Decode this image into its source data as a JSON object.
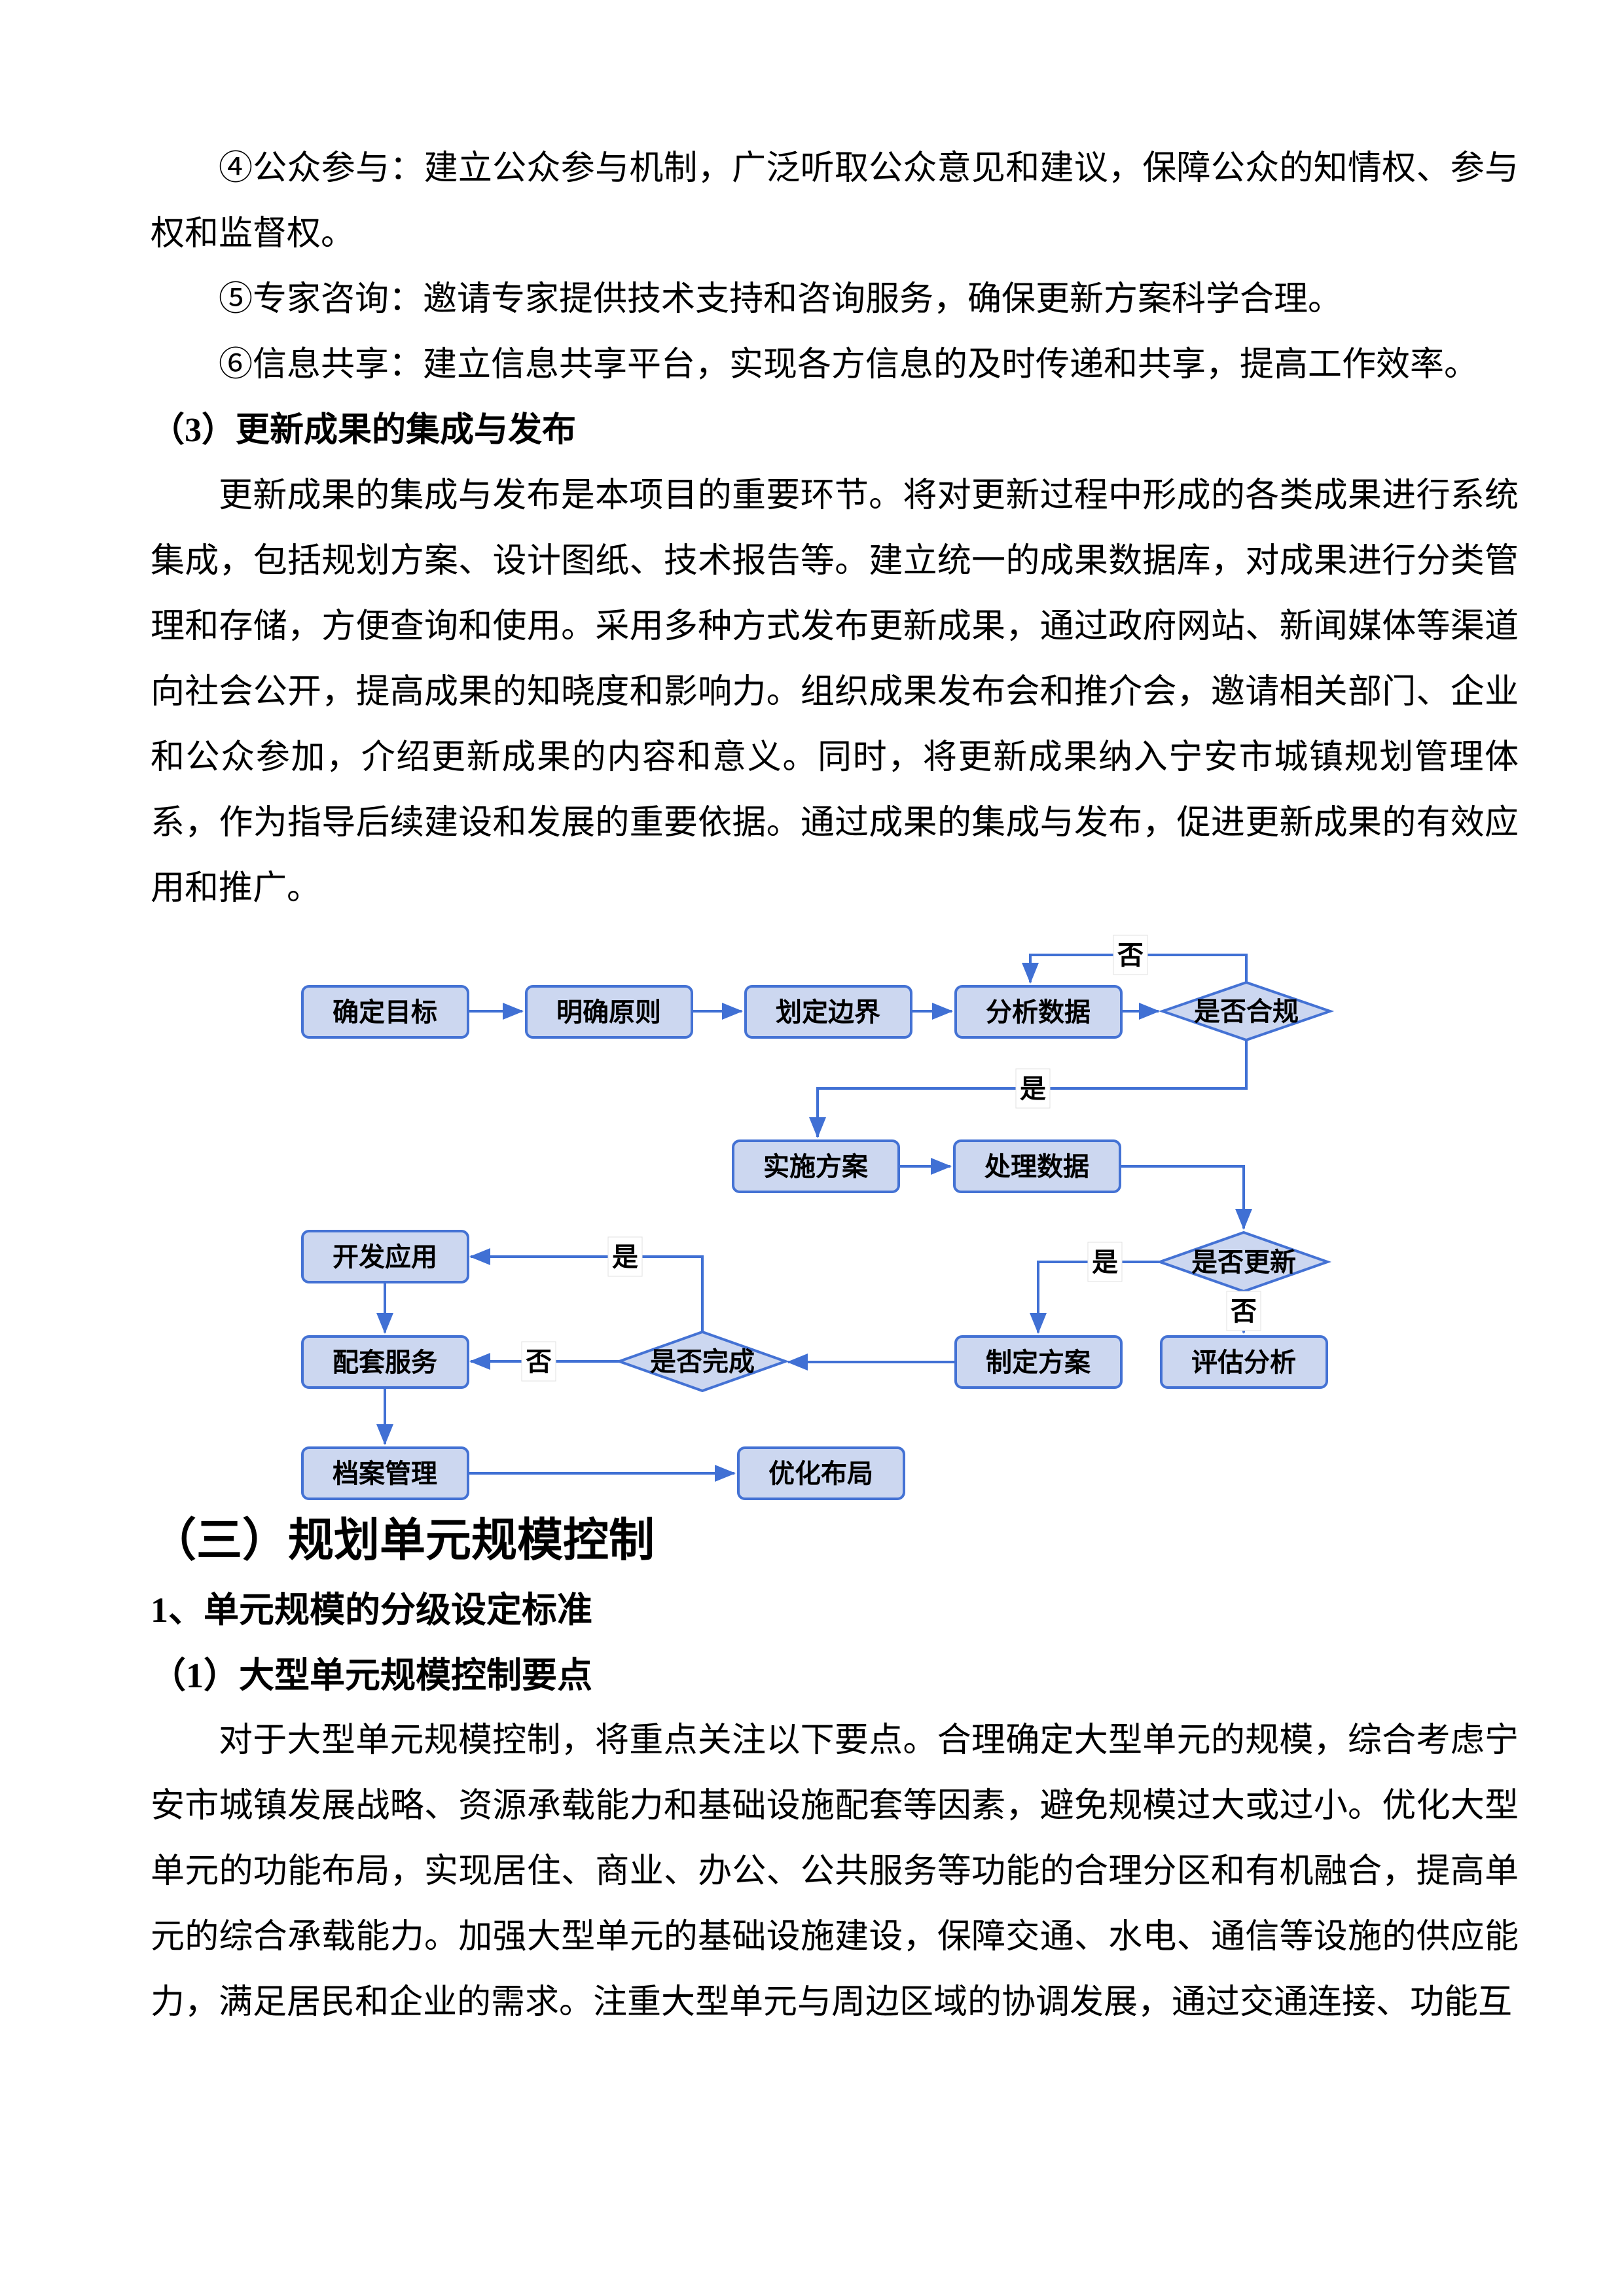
{
  "document": {
    "p1": "④公众参与：建立公众参与机制，广泛听取公众意见和建议，保障公众的知情权、参与权和监督权。",
    "p2": "⑤专家咨询：邀请专家提供技术支持和咨询服务，确保更新方案科学合理。",
    "p3": "⑥信息共享：建立信息共享平台，实现各方信息的及时传递和共享，提高工作效率。",
    "h_update": "（3）更新成果的集成与发布",
    "p4": "更新成果的集成与发布是本项目的重要环节。将对更新过程中形成的各类成果进行系统集成，包括规划方案、设计图纸、技术报告等。建立统一的成果数据库，对成果进行分类管理和存储，方便查询和使用。采用多种方式发布更新成果，通过政府网站、新闻媒体等渠道向社会公开，提高成果的知晓度和影响力。组织成果发布会和推介会，邀请相关部门、企业和公众参加，介绍更新成果的内容和意义。同时，将更新成果纳入宁安市城镇规划管理体系，作为指导后续建设和发展的重要依据。通过成果的集成与发布，促进更新成果的有效应用和推广。",
    "h_section": "（三）规划单元规模控制",
    "h_sub": "1、单元规模的分级设定标准",
    "h_subsub": "（1）大型单元规模控制要点",
    "p5": "对于大型单元规模控制，将重点关注以下要点。合理确定大型单元的规模，综合考虑宁安市城镇发展战略、资源承载能力和基础设施配套等因素，避免规模过大或过小。优化大型单元的功能布局，实现居住、商业、办公、公共服务等功能的合理分区和有机融合，提高单元的综合承载能力。加强大型单元的基础设施建设，保障交通、水电、通信等设施的供应能力，满足居民和企业的需求。注重大型单元与周边区域的协调发展，通过交通连接、功能互"
  },
  "flowchart": {
    "colors": {
      "node_fill": "#ccd7f0",
      "node_border": "#4472d4",
      "connector": "#4070d4",
      "label_text": "#000000",
      "label_background": "#ffffff"
    },
    "nodes": [
      {
        "label": "确定目标",
        "type": "process"
      },
      {
        "label": "明确原则",
        "type": "process"
      },
      {
        "label": "划定边界",
        "type": "process"
      },
      {
        "label": "分析数据",
        "type": "process"
      },
      {
        "label": "是否合规",
        "type": "decision"
      },
      {
        "label": "实施方案",
        "type": "process"
      },
      {
        "label": "处理数据",
        "type": "process"
      },
      {
        "label": "是否更新",
        "type": "decision"
      },
      {
        "label": "开发应用",
        "type": "process"
      },
      {
        "label": "制定方案",
        "type": "process"
      },
      {
        "label": "评估分析",
        "type": "process"
      },
      {
        "label": "是否完成",
        "type": "decision"
      },
      {
        "label": "配套服务",
        "type": "process"
      },
      {
        "label": "档案管理",
        "type": "process"
      },
      {
        "label": "优化布局",
        "type": "process"
      }
    ],
    "edge_labels": [
      {
        "label": "否"
      },
      {
        "label": "是"
      },
      {
        "label": "是"
      },
      {
        "label": "否"
      },
      {
        "label": "是"
      },
      {
        "label": "否"
      }
    ]
  }
}
